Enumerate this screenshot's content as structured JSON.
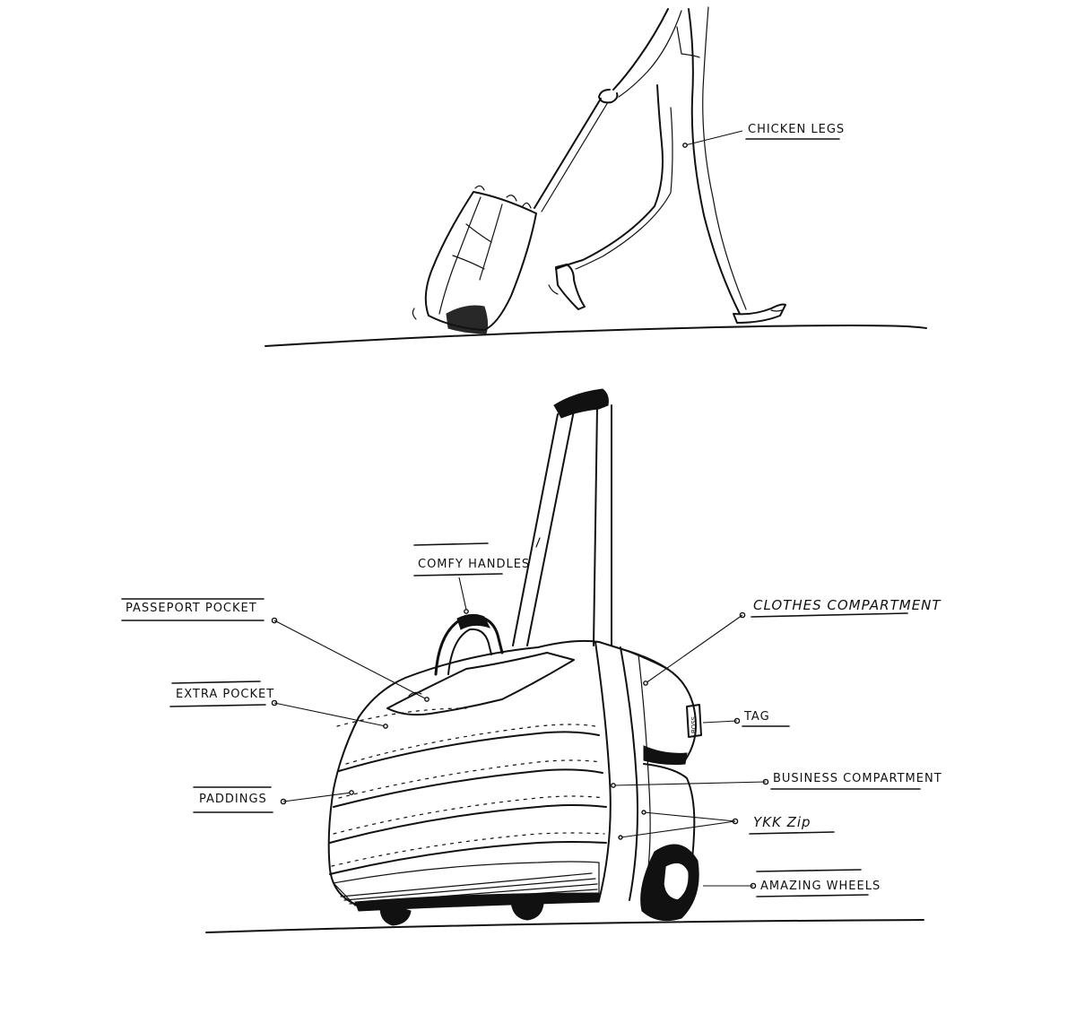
{
  "labels": {
    "chicken_legs": "CHICKEN LEGS",
    "comfy_handles": "COMFY HANDLES",
    "passport_pocket": "PASSEPORT POCKET",
    "clothes_compartment": "CLOTHES COMPARTMENT",
    "extra_pocket": "EXTRA POCKET",
    "tag": "TAG",
    "paddings": "PADDINGS",
    "business_compartment": "BUSINESS COMPARTMENT",
    "ykk_zip": "YKK Zip",
    "amazing_wheels": "AMAZING WHEELS"
  },
  "tag_text": "BOSS",
  "colors": {
    "ink": "#111111",
    "paper": "#ffffff"
  }
}
